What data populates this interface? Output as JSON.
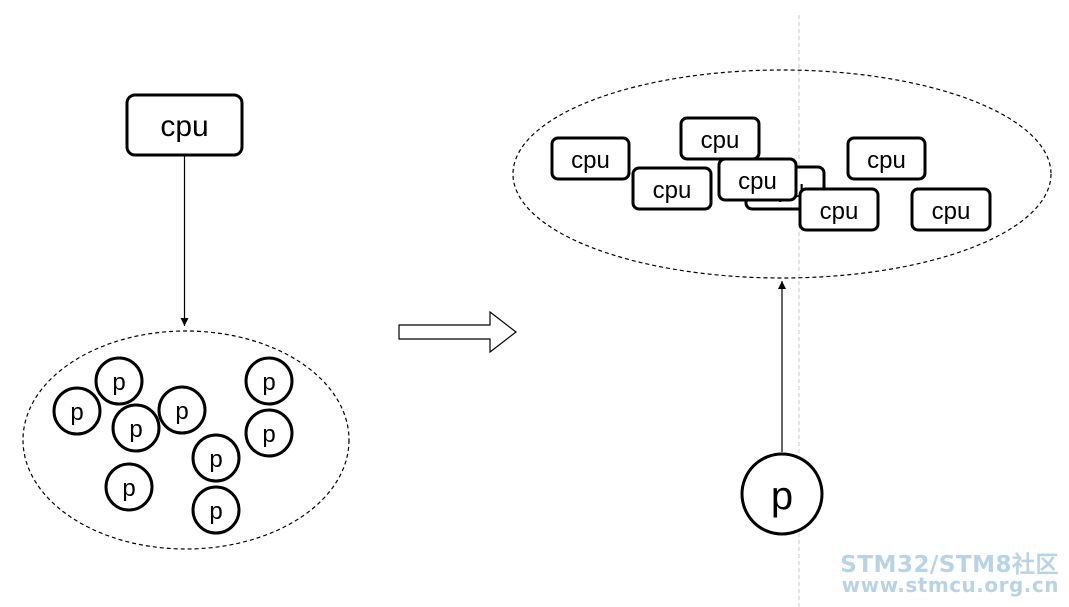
{
  "diagram": {
    "left": {
      "cpu_label": "cpu",
      "p_label": "p"
    },
    "right": {
      "cpu_label": "cpu",
      "p_label": "p"
    }
  },
  "watermark": {
    "line1": "STM32/STM8社区",
    "line2": "www.stmcu.org.cn"
  }
}
